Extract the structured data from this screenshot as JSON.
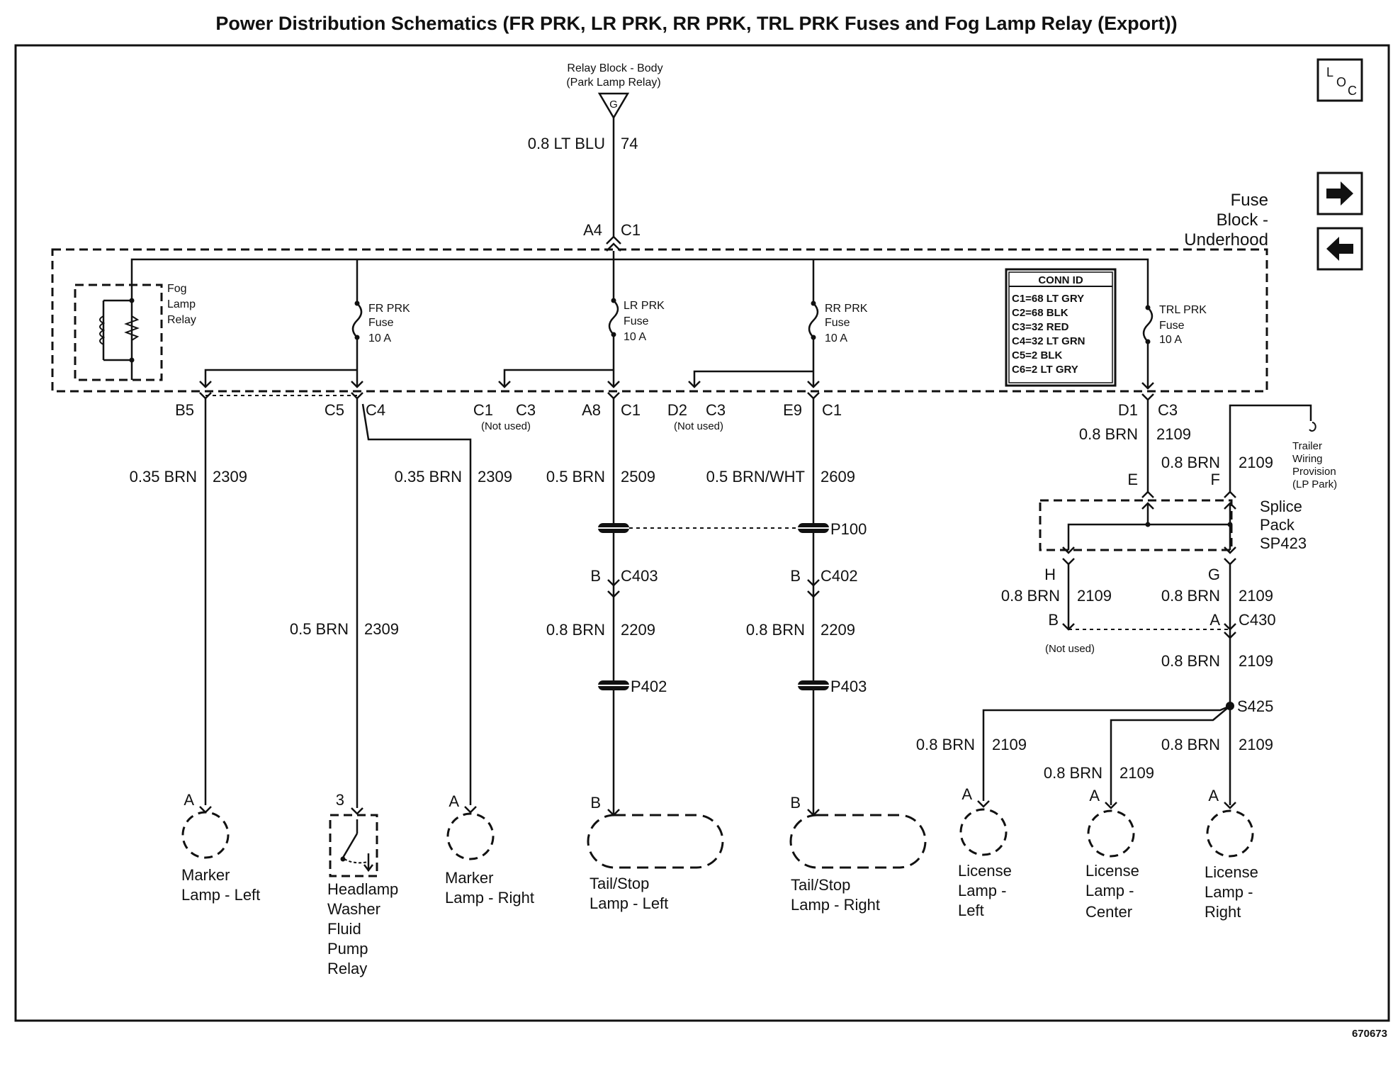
{
  "title": "Power Distribution Schematics (FR PRK, LR PRK, RR PRK, TRL PRK Fuses and Fog Lamp Relay (Export))",
  "figure_id": "670673",
  "nav": {
    "loc_l": "L",
    "loc_o": "O",
    "loc_c": "C",
    "next_icon": "right-arrow-icon",
    "prev_icon": "left-arrow-icon"
  },
  "source": {
    "name": "Relay Block - Body",
    "sub": "(Park Lamp Relay)",
    "pin": "G",
    "wire": "0.8 LT BLU",
    "circuit": "74",
    "conn_pin": "A4",
    "conn": "C1"
  },
  "fuse_block": {
    "line1": "Fuse",
    "line2": "Block -",
    "line3": "Underhood"
  },
  "fog_relay": {
    "line1": "Fog",
    "line2": "Lamp",
    "line3": "Relay"
  },
  "fuses": [
    {
      "name": "FR PRK",
      "word": "Fuse",
      "rating": "10 A"
    },
    {
      "name": "LR PRK",
      "word": "Fuse",
      "rating": "10 A"
    },
    {
      "name": "RR PRK",
      "word": "Fuse",
      "rating": "10 A"
    },
    {
      "name": "TRL PRK",
      "word": "Fuse",
      "rating": "10 A"
    }
  ],
  "conn_id": {
    "header": "CONN ID",
    "rows": [
      "C1=68 LT GRY",
      "C2=68 BLK",
      "C3=32 RED",
      "C4=32 LT GRN",
      "C5=2 BLK",
      "C6=2 LT GRY"
    ]
  },
  "outputs": {
    "b5": "B5",
    "c5": "C5",
    "c4": "C4",
    "c1a": "C1",
    "c3a": "C3",
    "not_used": "(Not used)",
    "a8": "A8",
    "c1b": "C1",
    "d2": "D2",
    "c3b": "C3",
    "e9": "E9",
    "c1c": "C1",
    "d1": "D1",
    "c3c": "C3"
  },
  "wires": {
    "w2309a": "0.35 BRN",
    "c2309a": "2309",
    "w2309b": "0.35 BRN",
    "c2309b": "2309",
    "w2309c": "0.5 BRN",
    "c2309c": "2309",
    "w2509": "0.5 BRN",
    "c2509": "2509",
    "w2609": "0.5 BRN/WHT",
    "c2609": "2609",
    "w2209a": "0.8 BRN",
    "c2209a": "2209",
    "w2209b": "0.8 BRN",
    "c2209b": "2209",
    "w2109a": "0.8 BRN",
    "c2109a": "2109",
    "w2109b": "0.8 BRN",
    "c2109b": "2109",
    "w2109h": "0.8 BRN",
    "c2109h": "2109",
    "w2109g": "0.8 BRN",
    "c2109g": "2109",
    "w2109s": "0.8 BRN",
    "c2109s": "2109",
    "w2109l": "0.8 BRN",
    "c2109l": "2109",
    "w2109c": "0.8 BRN",
    "c2109c": "2109",
    "w2109r": "0.8 BRN",
    "c2109r": "2109"
  },
  "inline": {
    "p100": "P100",
    "b1": "B",
    "c403": "C403",
    "b2": "B",
    "c402": "C402",
    "p402": "P402",
    "p403": "P403",
    "s425": "S425"
  },
  "trailer": {
    "line1": "Trailer",
    "line2": "Wiring",
    "line3": "Provision",
    "line4": "(LP Park)"
  },
  "splice": {
    "e": "E",
    "f": "F",
    "h": "H",
    "g": "G",
    "line1": "Splice",
    "line2": "Pack",
    "line3": "SP423"
  },
  "c430": {
    "b": "B",
    "a": "A",
    "name": "C430",
    "not_used": "(Not used)"
  },
  "components": [
    {
      "pin": "A",
      "lines": [
        "Marker",
        "Lamp - Left"
      ]
    },
    {
      "pin": "3",
      "lines": [
        "Headlamp",
        "Washer",
        "Fluid",
        "Pump",
        "Relay"
      ]
    },
    {
      "pin": "A",
      "lines": [
        "Marker",
        "Lamp - Right"
      ]
    },
    {
      "pin": "B",
      "lines": [
        "Tail/Stop",
        "Lamp - Left"
      ]
    },
    {
      "pin": "B",
      "lines": [
        "Tail/Stop",
        "Lamp - Right"
      ]
    },
    {
      "pin": "A",
      "lines": [
        "License",
        "Lamp -",
        "Left"
      ]
    },
    {
      "pin": "A",
      "lines": [
        "License",
        "Lamp -",
        "Center"
      ]
    },
    {
      "pin": "A",
      "lines": [
        "License",
        "Lamp -",
        "Right"
      ]
    }
  ]
}
